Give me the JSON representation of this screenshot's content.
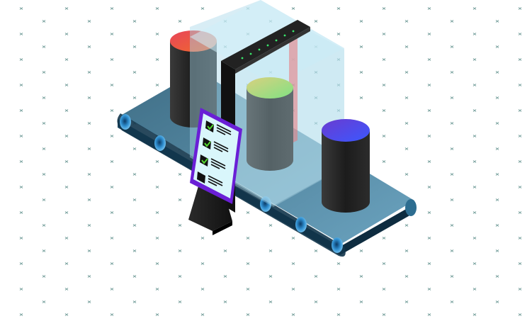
{
  "scene": {
    "subject": "isometric-conveyor-inspection-illustration",
    "grid_mark_color": "#5f8f8c",
    "belt_color": "#5e8fa9",
    "belt_side_color": "#153a52",
    "roller_color": "#3a9bd5",
    "scanner_glass_color": "#a9d8e8",
    "scanner_frame_color": "#1b1b1b",
    "indicator_light_color": "#39e66b",
    "checklist_frame_color": "#6a1fd6",
    "checklist_screen_color": "#d9f6fb",
    "check_color": "#53d82f"
  },
  "cylinders": [
    {
      "name": "cylinder-red",
      "top_gradient": [
        "#e8455a",
        "#f06a2a"
      ]
    },
    {
      "name": "cylinder-green",
      "top_gradient": [
        "#e7c542",
        "#5fe04a"
      ]
    },
    {
      "name": "cylinder-blue",
      "top_gradient": [
        "#5b46d6",
        "#3b58ff"
      ]
    }
  ],
  "checklist": {
    "items": [
      {
        "checked": true
      },
      {
        "checked": true
      },
      {
        "checked": true
      },
      {
        "checked": false
      }
    ]
  }
}
